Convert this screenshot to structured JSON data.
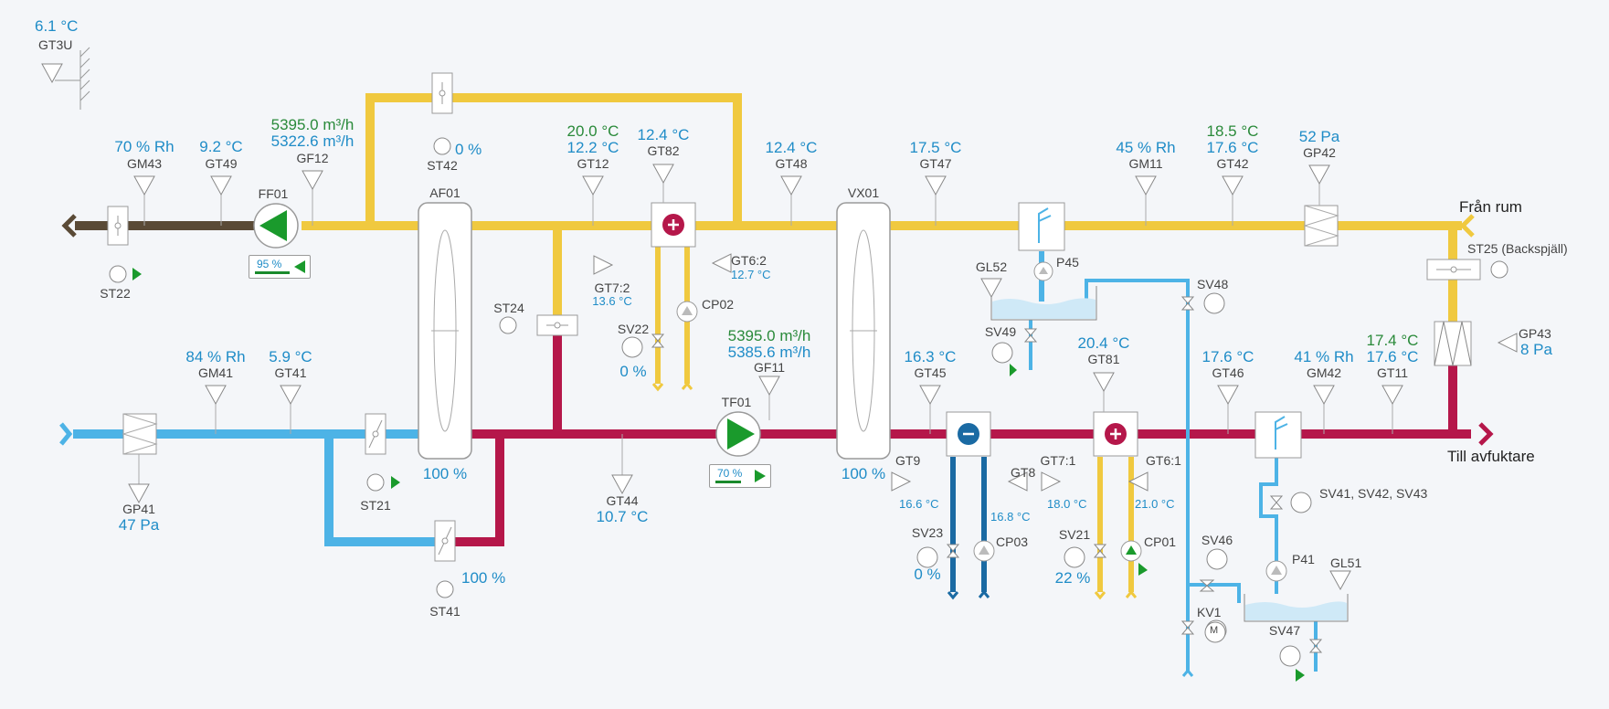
{
  "outdoor": {
    "temp": "6.1 °C",
    "tag": "GT3U"
  },
  "exhaust": {
    "humidity": "70 % Rh",
    "humidity_tag": "GM43",
    "temp": "9.2 °C",
    "temp_tag": "GT49",
    "flow_set": "5395.0 m³/h",
    "flow_val": "5322.6 m³/h",
    "flow_tag": "GF12",
    "fan_tag": "FF01",
    "fan_speed": "95 %",
    "fan_speed_value": 95,
    "damper_tag": "ST22"
  },
  "bypass": {
    "damper_tag": "ST42",
    "damper_pos": "0 %"
  },
  "af01": {
    "tag": "AF01",
    "pos": "100 %"
  },
  "heater_top": {
    "gt12_set": "20.0 °C",
    "gt12_val": "12.2 °C",
    "gt12_tag": "GT12",
    "gt82_val": "12.4 °C",
    "gt82_tag": "GT82",
    "gt72_tag": "GT7:2",
    "gt72_val": "13.6 °C",
    "gt62_tag": "GT6:2",
    "gt62_val": "12.7 °C",
    "pump_tag": "CP02",
    "valve_tag": "SV22",
    "valve_pos": "0 %"
  },
  "mid": {
    "gt48_val": "12.4 °C",
    "gt48_tag": "GT48",
    "st24_tag": "ST24"
  },
  "vx01": {
    "tag": "VX01",
    "pos": "100 %"
  },
  "gt47": {
    "val": "17.5 °C",
    "tag": "GT47"
  },
  "gm11": {
    "val": "45 % Rh",
    "tag": "GM11"
  },
  "gt42": {
    "set": "18.5 °C",
    "val": "17.6 °C",
    "tag": "GT42"
  },
  "gp42": {
    "val": "52 Pa",
    "tag": "GP42"
  },
  "return_label": "Från rum",
  "st25": {
    "tag": "ST25 (Backspjäll)"
  },
  "gl52": {
    "tag": "GL52",
    "p45_tag": "P45",
    "sv49_tag": "SV49",
    "sv48_tag": "SV48"
  },
  "supply": {
    "gm41_val": "84 % Rh",
    "gm41_tag": "GM41",
    "gt41_val": "5.9 °C",
    "gt41_tag": "GT41",
    "gp41_tag": "GP41",
    "gp41_val": "47 Pa",
    "st21_tag": "ST21",
    "st41_tag": "ST41",
    "st41_pos": "100 %",
    "gt44_tag": "GT44",
    "gt44_val": "10.7 °C",
    "fan_tag": "TF01",
    "flow_set": "5395.0 m³/h",
    "flow_val": "5385.6 m³/h",
    "flow_tag": "GF11",
    "fan_speed": "70 %",
    "fan_speed_value": 70
  },
  "cooler": {
    "gt45_val": "16.3 °C",
    "gt45_tag": "GT45",
    "gt9_tag": "GT9",
    "gt9_val": "16.6 °C",
    "gt8_tag": "GT8",
    "gt8_val": "16.8 °C",
    "sv23_tag": "SV23",
    "sv23_pos": "0 %",
    "pump_tag": "CP03"
  },
  "heater_bottom": {
    "gt81_val": "20.4 °C",
    "gt81_tag": "GT81",
    "gt71_tag": "GT7:1",
    "gt71_val": "18.0 °C",
    "gt61_tag": "GT6:1",
    "gt61_val": "21.0 °C",
    "sv21_tag": "SV21",
    "sv21_pos": "22 %",
    "pump_tag": "CP01"
  },
  "right": {
    "gt46_val": "17.6 °C",
    "gt46_tag": "GT46",
    "gm42_val": "41 % Rh",
    "gm42_tag": "GM42",
    "gt11_set": "17.4 °C",
    "gt11_val": "17.6 °C",
    "gt11_tag": "GT11",
    "gp43_tag": "GP43",
    "gp43_val": "8 Pa",
    "sv41_tag": "SV41, SV42, SV43",
    "sv46_tag": "SV46",
    "p41_tag": "P41",
    "gl51_tag": "GL51",
    "kv1_tag": "KV1",
    "sv47_tag": "SV47",
    "to_label": "Till avfuktare"
  },
  "colors": {
    "exhaust": "#f0c93f",
    "supply_hot": "#b5174a",
    "supply_cold": "#4db3e6",
    "outlet": "#5a4a36",
    "cooling": "#1a6aa3",
    "run": "#1a9a2c"
  }
}
